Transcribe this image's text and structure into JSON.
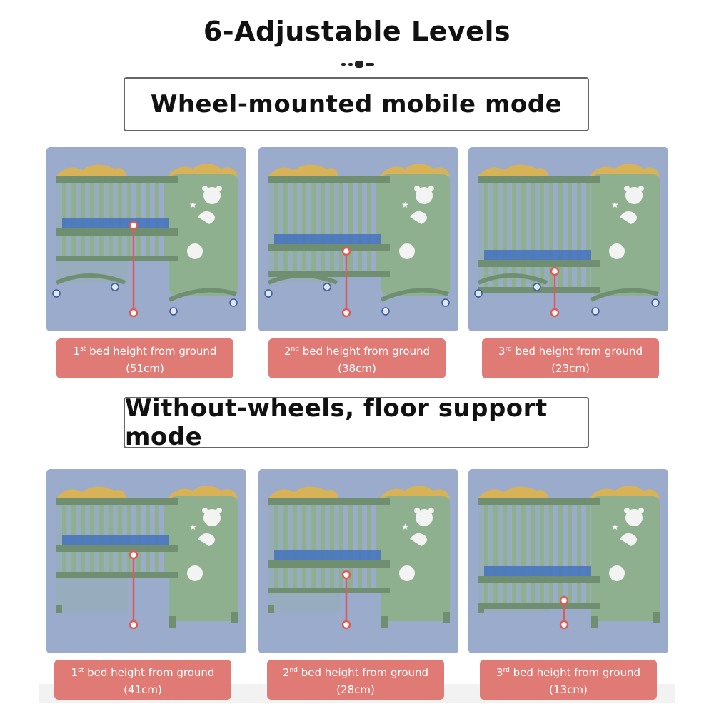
{
  "title": "6-Adjustable Levels",
  "sections": [
    {
      "mode": "Wheel-mounted mobile mode",
      "items": [
        {
          "ordinal": "1",
          "ordinal_suffix": "st",
          "label": "bed height from ground",
          "value": "(51cm)"
        },
        {
          "ordinal": "2",
          "ordinal_suffix": "nd",
          "label": "bed height from ground",
          "value": "(38cm)"
        },
        {
          "ordinal": "3",
          "ordinal_suffix": "rd",
          "label": "bed height from ground",
          "value": "(23cm)"
        }
      ]
    },
    {
      "mode": "Without-wheels, floor support mode",
      "items": [
        {
          "ordinal": "1",
          "ordinal_suffix": "st",
          "label": "bed height from ground",
          "value": "(41cm)"
        },
        {
          "ordinal": "2",
          "ordinal_suffix": "nd",
          "label": "bed height from ground",
          "value": "(28cm)"
        },
        {
          "ordinal": "3",
          "ordinal_suffix": "rd",
          "label": "bed height from ground",
          "value": "(13cm)"
        }
      ]
    }
  ],
  "colors": {
    "panel_bg": "#9aabcc",
    "crib_green": "#8fb08f",
    "crib_dark": "#6f8f70",
    "crown_gold": "#d8b256",
    "caption_bg": "#e07a74",
    "marker_red": "#e05a55"
  }
}
